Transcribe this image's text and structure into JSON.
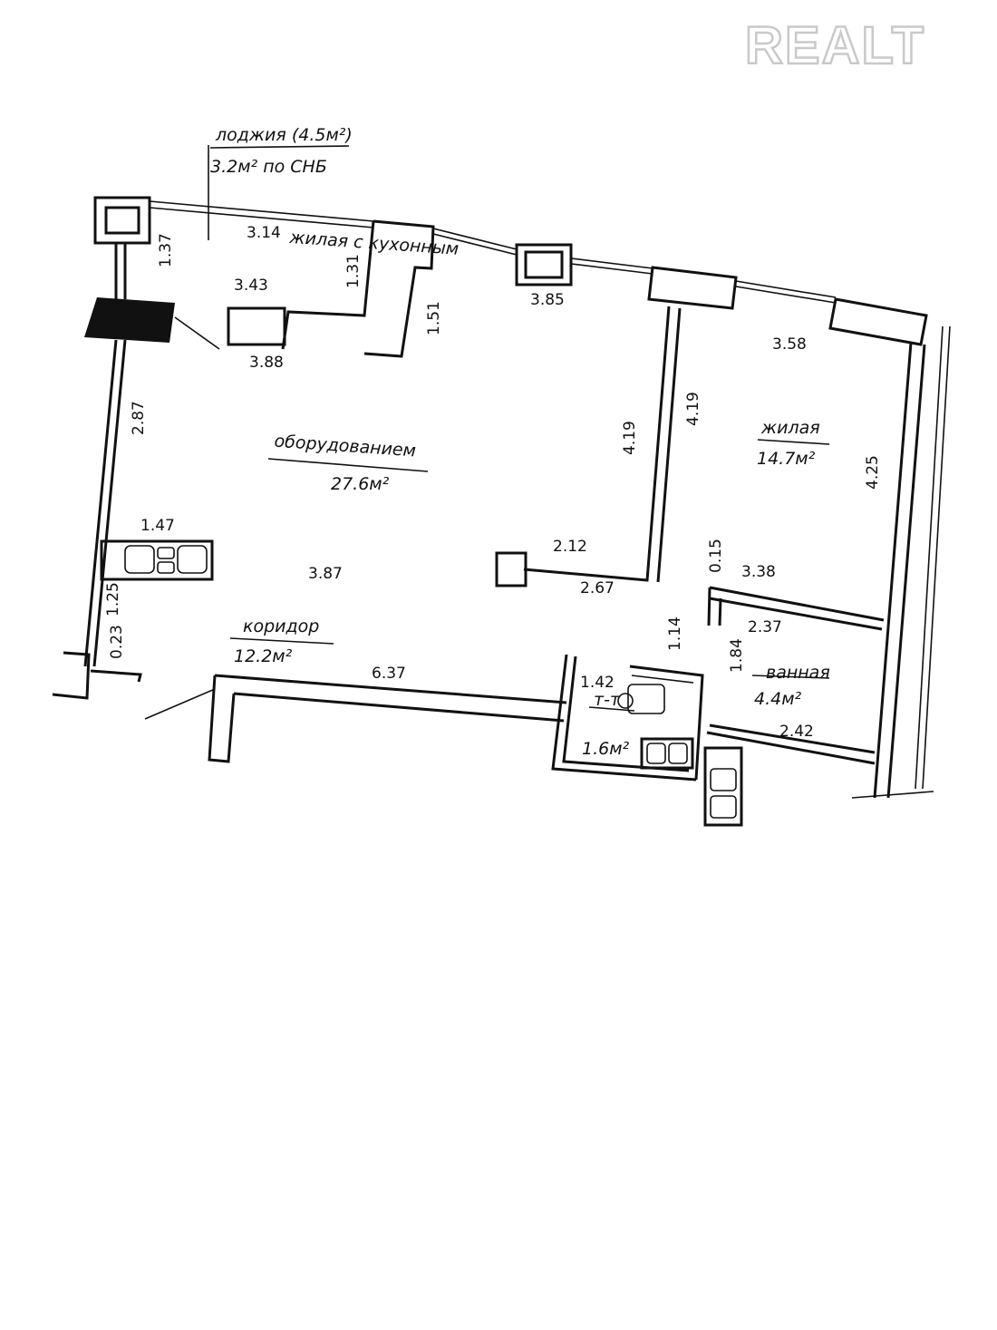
{
  "watermark": "REALT",
  "rooms": {
    "loggia_title": "лоджия (4.5м²)",
    "loggia_sub": "3.2м² по СНБ",
    "living_kitchen_1": "жилая с кухонным",
    "living_kitchen_2": "оборудованием",
    "living_kitchen_area": "27.6м²",
    "bedroom": "жилая",
    "bedroom_area": "14.7м²",
    "corridor": "коридор",
    "corridor_area": "12.2м²",
    "bathroom": "ванная",
    "bathroom_area": "4.4м²",
    "wc": "т-т",
    "wc_area": "1.6м²"
  },
  "dimensions": {
    "d_137": "1.37",
    "d_314": "3.14",
    "d_131": "1.31",
    "d_343": "3.43",
    "d_385": "3.85",
    "d_151": "1.51",
    "d_358": "3.58",
    "d_388": "3.88",
    "d_287": "2.87",
    "d_419a": "4.19",
    "d_419b": "4.19",
    "d_425": "4.25",
    "d_147": "1.47",
    "d_212": "2.12",
    "d_015": "0.15",
    "d_338": "3.38",
    "d_387": "3.87",
    "d_267": "2.67",
    "d_125": "1.25",
    "d_237": "2.37",
    "d_023": "0.23",
    "d_114": "1.14",
    "d_184": "1.84",
    "d_637": "6.37",
    "d_142": "1.42",
    "d_242": "2.42"
  }
}
